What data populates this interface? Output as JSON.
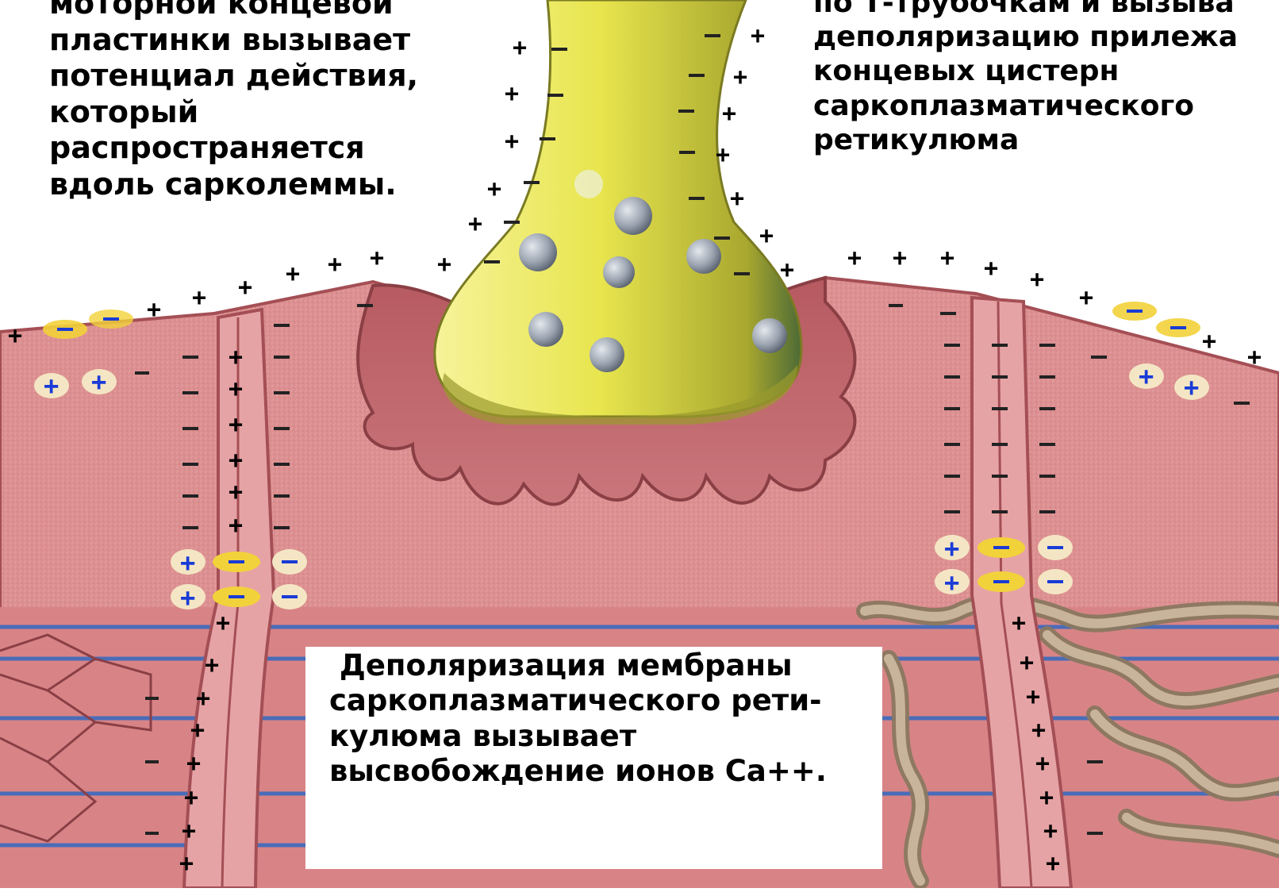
{
  "text_left": "моторной концевой\nпластинки вызывает\nпотенциал действия,\nкоторый\nраспространяется\nвдоль сарколеммы.",
  "text_right": "по Т-трубочкам и вызыва\nдеполяризацию прилежа\nконцевых цистерн\nсаркоплазматического\nретикулюма",
  "caption": " Деполяризация мембраны\nсаркоплазматического рети-\nкулюма вызывает\nвысвобождение ионов Са++.",
  "colors": {
    "muscle": "#dc8f90",
    "muscle_dark": "#a44f55",
    "membrane": "#c36b70",
    "terminal": "#e3e04c",
    "terminal_shadow": "#9a9a2e",
    "vesicle": "#8e97a4",
    "plus_blue": "#1a3bd6",
    "ion_yellow": "#f2d23a",
    "fibril_blue": "#4a6cb8",
    "reticulum": "#b8a58a"
  },
  "icons": [
    "plus-sign",
    "minus-sign",
    "vesicle",
    "ion-pair"
  ]
}
